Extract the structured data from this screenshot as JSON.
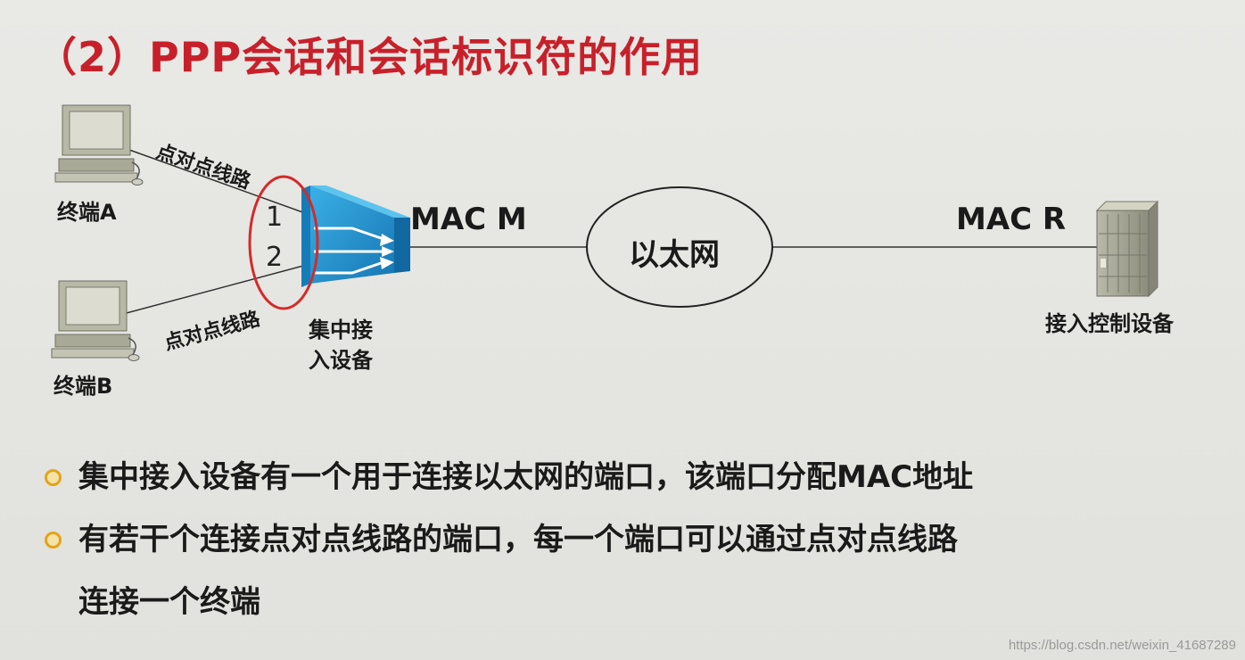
{
  "title": "（2）PPP会话和会话标识符的作用",
  "diagram": {
    "terminal_a_label": "终端A",
    "terminal_b_label": "终端B",
    "ptp_line_a_label": "点对点线路",
    "ptp_line_b_label": "点对点线路",
    "port_1": "1",
    "port_2": "2",
    "access_device_label_line1": "集中接",
    "access_device_label_line2": "入设备",
    "mac_m_label": "MAC M",
    "ethernet_label": "以太网",
    "mac_r_label": "MAC R",
    "access_controller_label": "接入控制设备",
    "colors": {
      "highlight_ellipse": "#d42a2a",
      "access_device": "#1f8fc9",
      "title": "#c8202a"
    },
    "icons": [
      "computer-icon",
      "switch-icon",
      "server-icon"
    ]
  },
  "bullets": [
    "集中接入设备有一个用于连接以太网的端口，该端口分配MAC地址",
    "有若干个连接点对点线路的端口，每一个端口可以通过点对点线路",
    "连接一个终端"
  ],
  "watermark": "https://blog.csdn.net/weixin_41687289"
}
